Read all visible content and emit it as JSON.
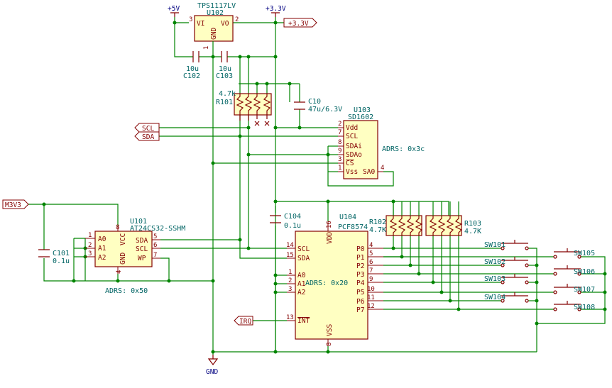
{
  "power": {
    "plus5v": "+5V",
    "plus3v3": "+3.3V",
    "gnd": "GND"
  },
  "labels": {
    "out3v3": "+3.3V",
    "scl": "SCL",
    "sda": "SDA",
    "m3v3": "M3V3",
    "irq": "IRQ"
  },
  "u102": {
    "value": "TPS1117LV",
    "ref": "U102",
    "pin_vi": "VI",
    "pin_vo": "VO",
    "pin_gnd": "GND",
    "n3": "3",
    "n2": "2",
    "n1": "1"
  },
  "c102": {
    "value": "10u",
    "ref": "C102"
  },
  "c103": {
    "value": "10u",
    "ref": "C103"
  },
  "r101": {
    "value": "4.7k",
    "ref": "R101"
  },
  "c10": {
    "ref": "C10",
    "value": "47u/6.3V"
  },
  "u103": {
    "ref": "U103",
    "value": "SD1602",
    "pins": [
      "Vdd",
      "SCL",
      "SDAi",
      "SDAo",
      "CS",
      "Vss",
      "SA0"
    ],
    "nums": [
      "2",
      "7",
      "8",
      "9",
      "3",
      "1",
      "4"
    ],
    "address": "ADRS: 0x3c"
  },
  "u101": {
    "ref": "U101",
    "value": "AT24CS32-SSHM",
    "pins": [
      "A0",
      "A1",
      "A2",
      "SDA",
      "SCL",
      "WP",
      "VCC",
      "GND"
    ],
    "nums": [
      "1",
      "2",
      "3",
      "5",
      "6",
      "7",
      "8",
      "4"
    ],
    "address": "ADRS: 0x50"
  },
  "c101": {
    "ref": "C101",
    "value": "0.1u"
  },
  "c104": {
    "ref": "C104",
    "value": "0.1u"
  },
  "u104": {
    "ref": "U104",
    "value": "PCF8574",
    "left_pins": [
      "SCL",
      "SDA",
      "A0",
      "A1",
      "A2",
      "INT"
    ],
    "left_nums": [
      "14",
      "15",
      "1",
      "2",
      "3",
      "13"
    ],
    "right_pins": [
      "P0",
      "P1",
      "P2",
      "P3",
      "P4",
      "P5",
      "P6",
      "P7"
    ],
    "right_nums": [
      "4",
      "5",
      "6",
      "7",
      "9",
      "10",
      "11",
      "12"
    ],
    "pin_vdd": "VDD",
    "pin_vss": "VSS",
    "n16": "16",
    "n8": "8",
    "address": "ADRS: 0x20"
  },
  "r102": {
    "ref": "R102",
    "value": "4.7K"
  },
  "r103": {
    "ref": "R103",
    "value": "4.7K"
  },
  "switches": [
    "SW101",
    "SW102",
    "SW103",
    "SW104",
    "SW105",
    "SW106",
    "SW107",
    "SW108"
  ]
}
